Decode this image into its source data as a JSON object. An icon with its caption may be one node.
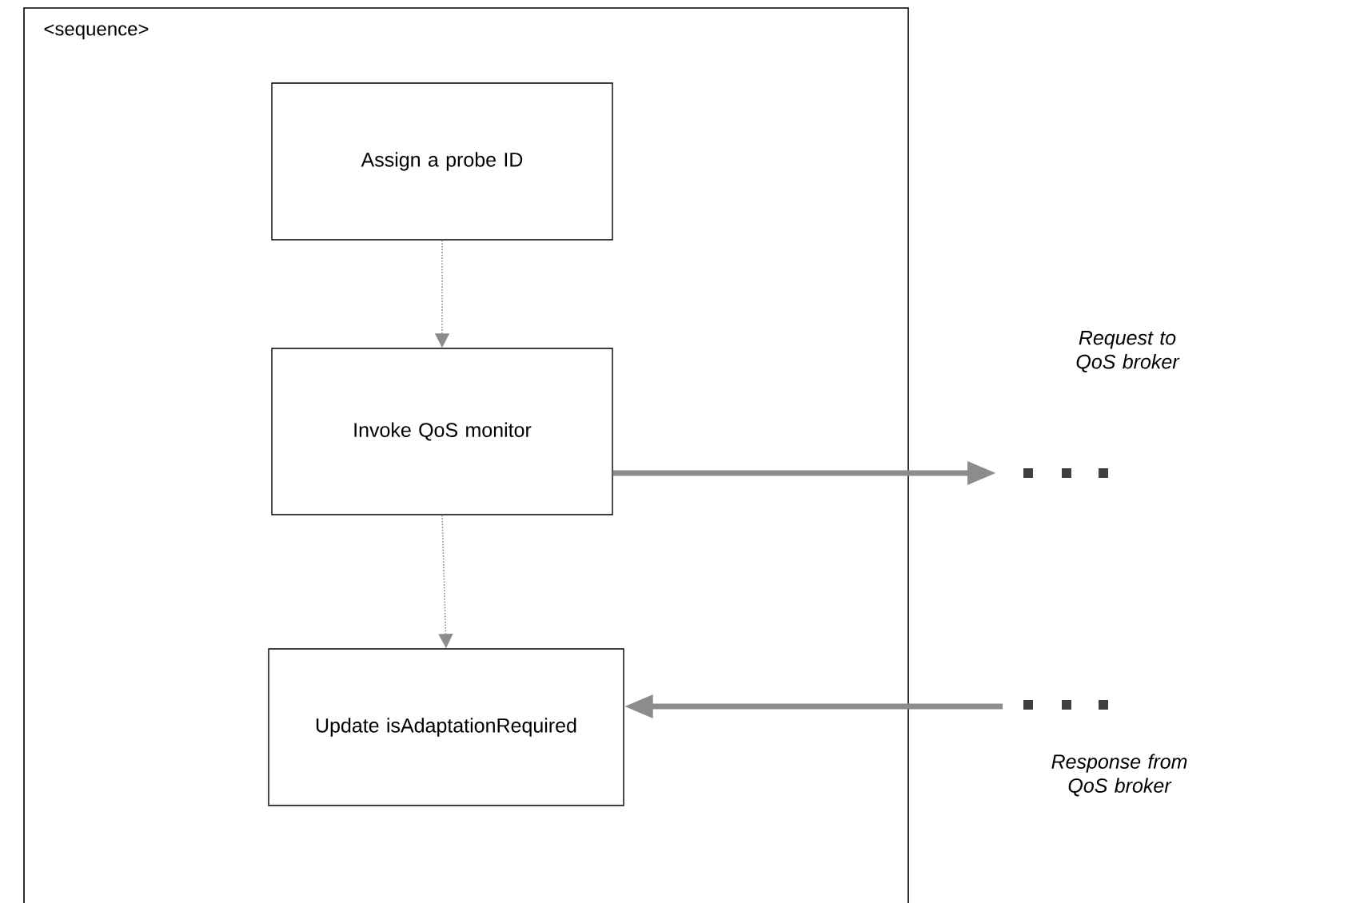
{
  "diagram": {
    "nodes": [
      {
        "text": [
          "<sequence>"
        ]
      },
      {
        "text": [
          "Assign a probe ID"
        ],
        "in": 0
      },
      {
        "text": [
          "Invoke QoS monitor"
        ],
        "in": 0
      },
      {
        "text": [
          "Update isAdaptationRequired"
        ],
        "in": 0
      }
    ],
    "edges": [
      {
        "from": 1,
        "to": 2,
        "arrow": "to",
        "style": "dashed"
      },
      {
        "from": 2,
        "to": 3,
        "arrow": "to",
        "style": "dashed"
      },
      {
        "from": 2,
        "to": null,
        "arrow": "to",
        "style": "thick"
      },
      {
        "from": null,
        "to": 3,
        "arrow": "to",
        "style": "thick"
      }
    ],
    "labels": [
      "Request to QoS broker",
      "Response from QoS broker"
    ]
  }
}
